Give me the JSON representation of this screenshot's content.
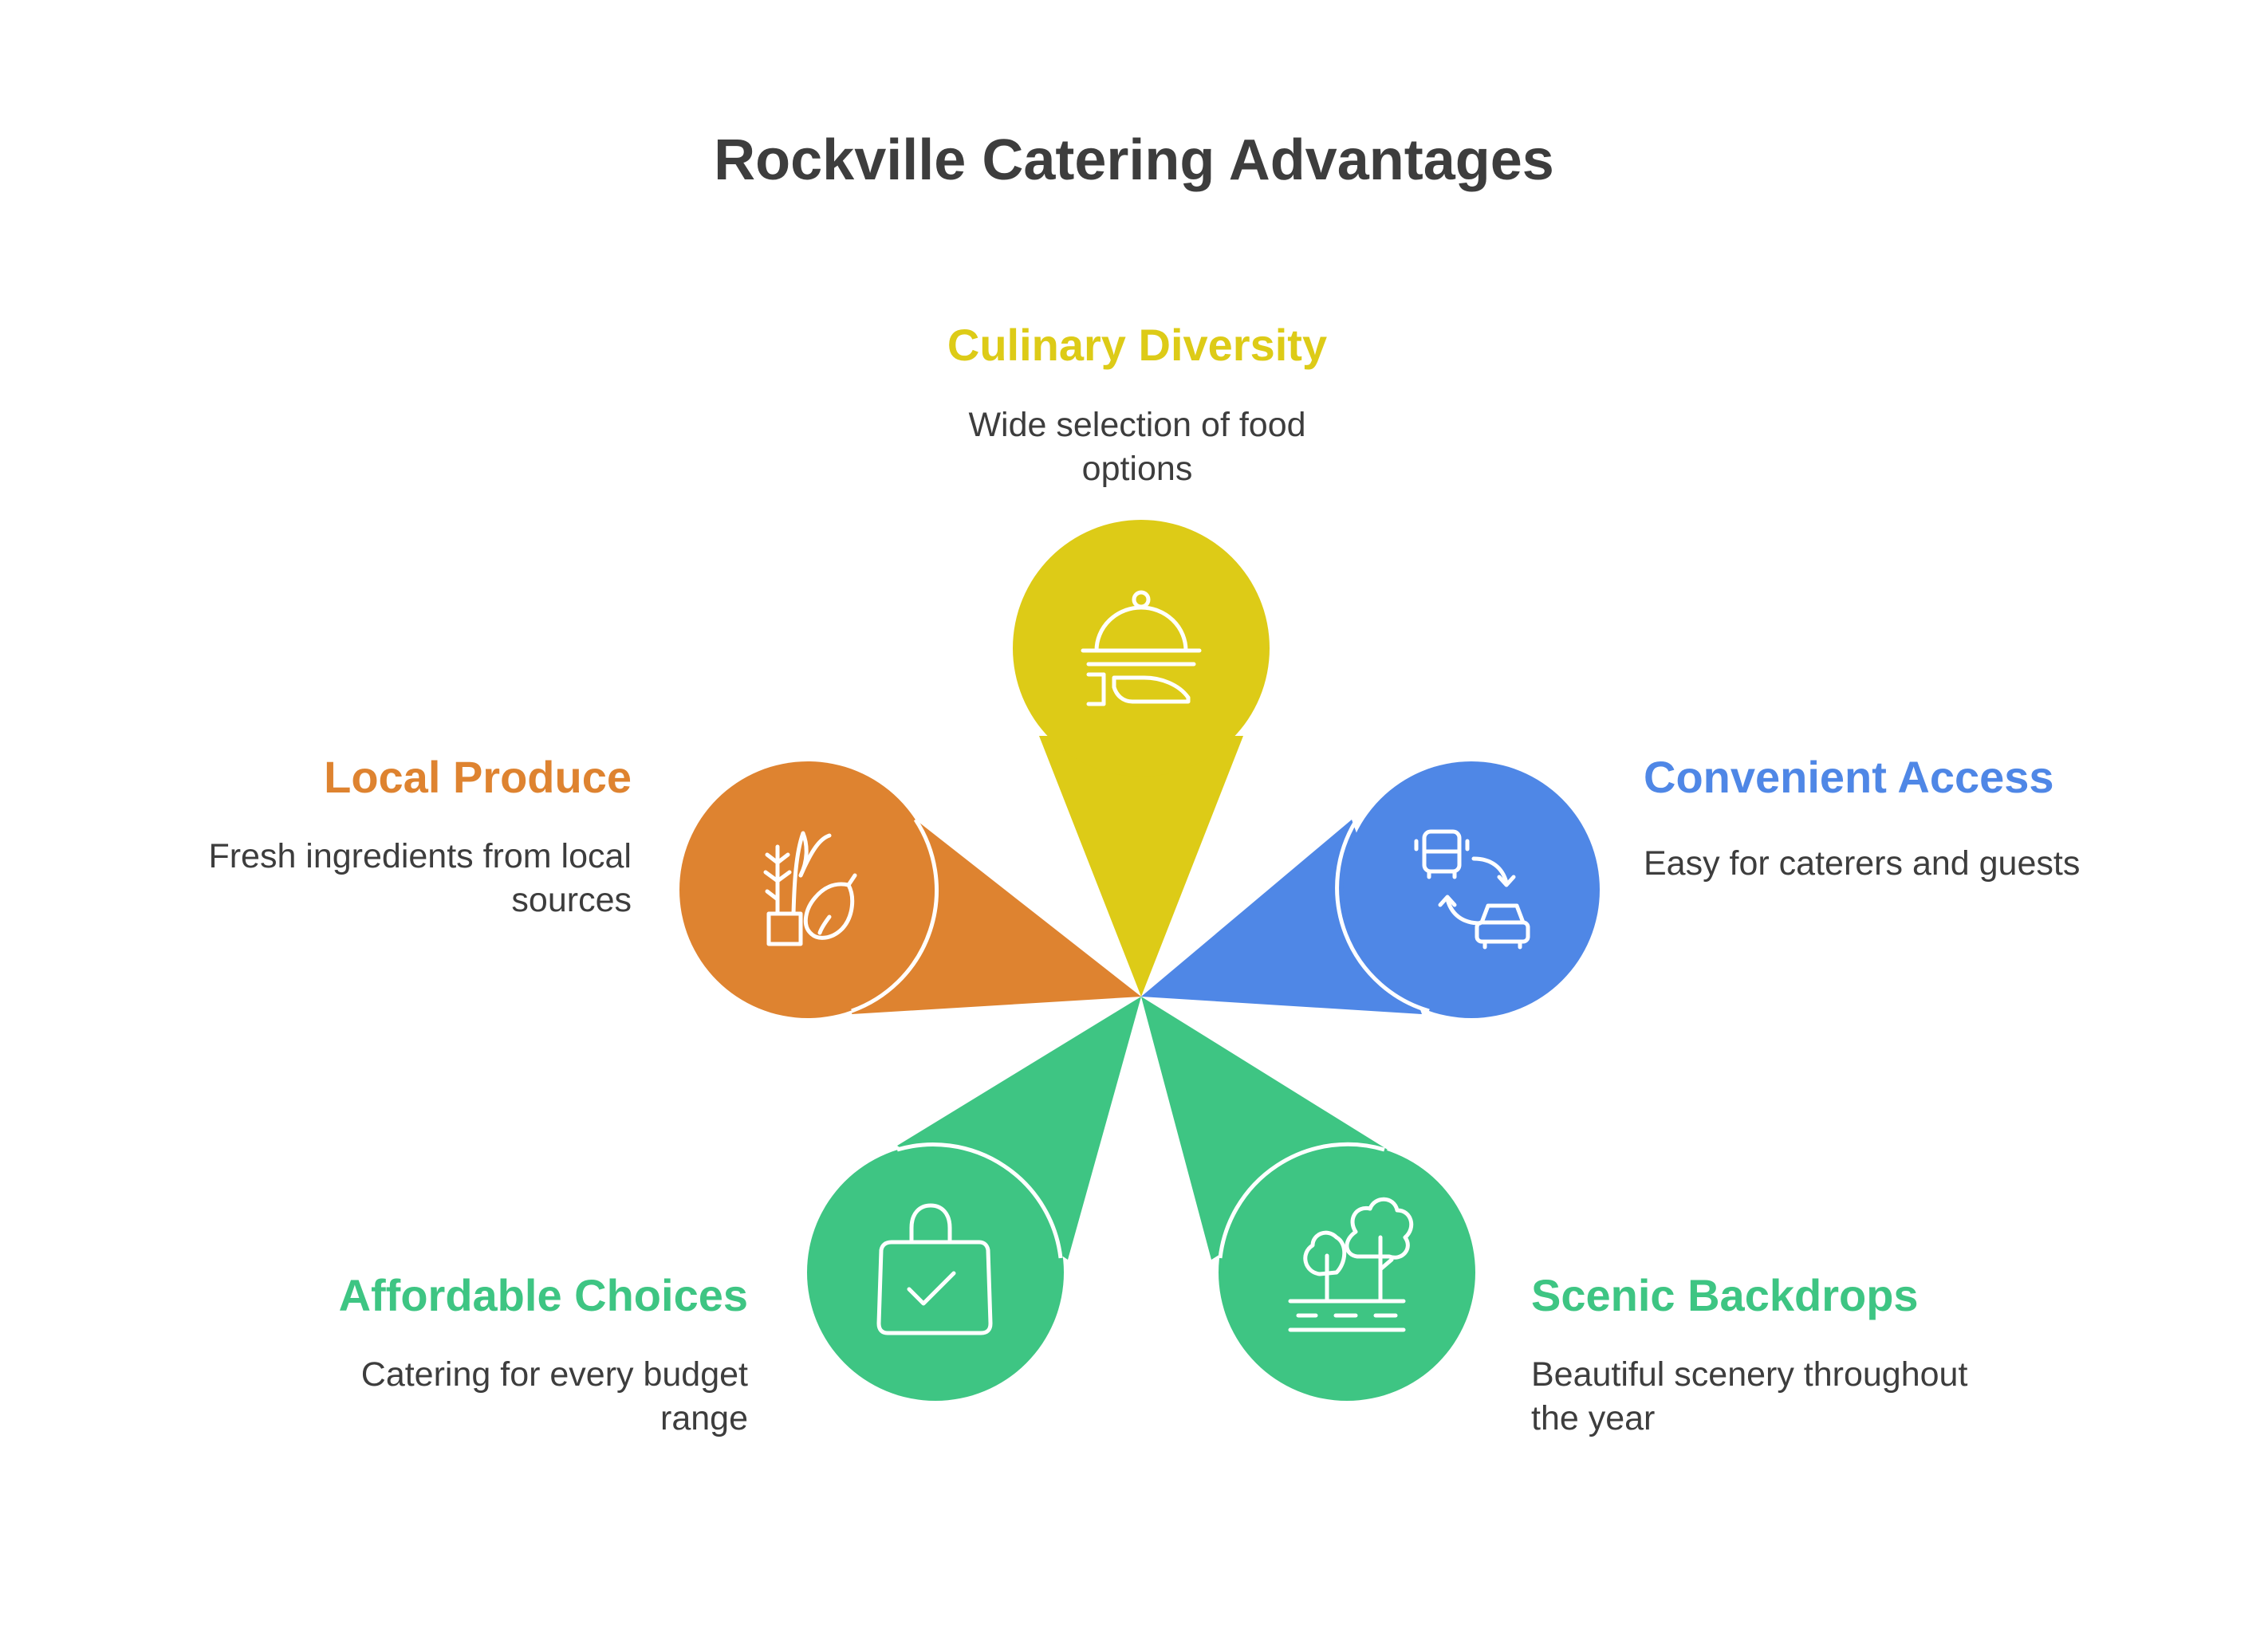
{
  "title": "Rockville Catering Advantages",
  "colors": {
    "culinary": "#DDCB17",
    "local": "#DE8330",
    "convenient": "#4F87E6",
    "affordable": "#3EC583",
    "scenic": "#3EC583",
    "text": "#3d3d3d"
  },
  "items": [
    {
      "key": "culinary",
      "heading": "Culinary Diversity",
      "description": "Wide selection of food options",
      "icon": "serving-cloche-icon"
    },
    {
      "key": "convenient",
      "heading": "Convenient Access",
      "description": "Easy for caterers and guests",
      "icon": "bus-car-transfer-icon"
    },
    {
      "key": "scenic",
      "heading": "Scenic Backdrops",
      "description": "Beautiful scenery throughout the year",
      "icon": "trees-road-icon"
    },
    {
      "key": "affordable",
      "heading": "Affordable Choices",
      "description": "Catering for every budget range",
      "icon": "shopping-bag-check-icon"
    },
    {
      "key": "local",
      "heading": "Local Produce",
      "description": "Fresh ingredients from local sources",
      "icon": "plant-pear-icon"
    }
  ]
}
